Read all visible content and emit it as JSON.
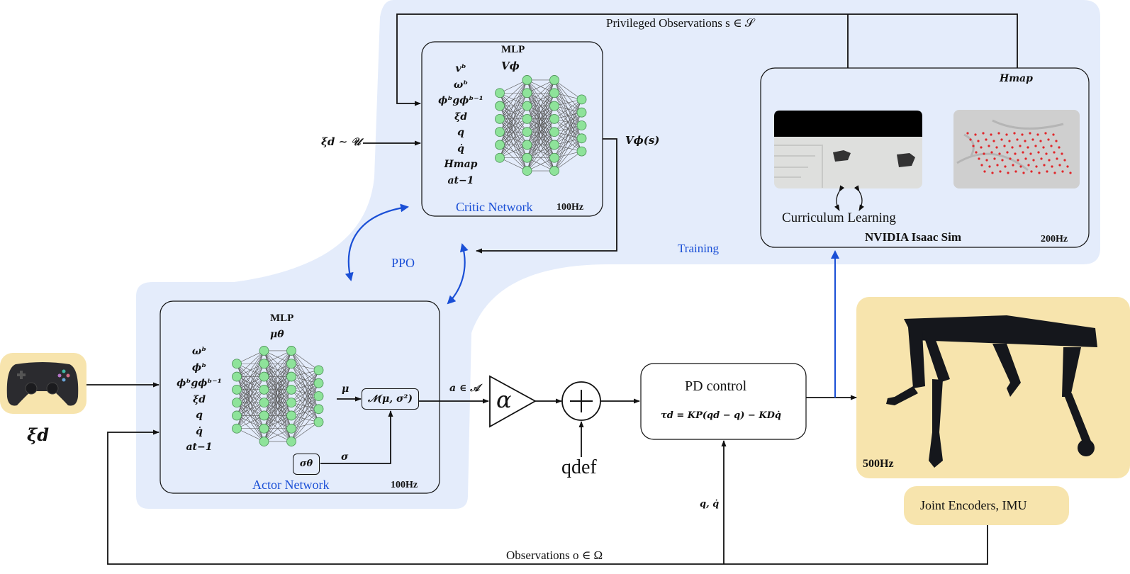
{
  "colors": {
    "training_region": "#e4ecfb",
    "hardware_highlight": "#f7e4ad",
    "accent_blue": "#1a4fd6",
    "nn_node": "#8ee39a",
    "line": "#111111",
    "sim_red_dots": "#e0262a"
  },
  "labels": {
    "privileged_observations": "Privileged Observations s ∈ 𝒮",
    "observations": "Observations o ∈ Ω",
    "training": "Training",
    "ppo": "PPO",
    "xi_d_uniform": "ξd ∼ 𝒰",
    "value_output": "Vϕ(s)",
    "action": "a ∈ 𝒜",
    "q_qdot_feedback": "q, q̇",
    "command": "ξd"
  },
  "critic": {
    "title": "Critic Network",
    "rate": "100Hz",
    "mlp_label": "MLP",
    "mlp_symbol": "Vϕ",
    "inputs": [
      "vᵇ",
      "ωᵇ",
      "ϕᵇgϕᵇ⁻¹",
      "ξd",
      "q",
      "q̇",
      "Hmap",
      "at−1"
    ],
    "layers": [
      6,
      8,
      8,
      5
    ]
  },
  "actor": {
    "title": "Actor Network",
    "rate": "100Hz",
    "mlp_label": "MLP",
    "mlp_symbol": "μθ",
    "inputs": [
      "ωᵇ",
      "ϕᵇ",
      "ϕᵇgϕᵇ⁻¹",
      "ξd",
      "q",
      "q̇",
      "at−1"
    ],
    "layers": [
      6,
      8,
      8,
      5
    ],
    "mu_label": "μ",
    "sigma_label": "σ",
    "sigma_box": "σθ",
    "distribution_box": "𝒩(μ, σ²)"
  },
  "gain": {
    "symbol": "α"
  },
  "summer": {
    "symbol": "+",
    "offset_label": "qdef"
  },
  "pd_control": {
    "title": "PD control",
    "equation": "τd = KP(qd − q) − KDq̇"
  },
  "simulator": {
    "title": "NVIDIA Isaac Sim",
    "rate": "200Hz",
    "heightmap_label": "Hmap",
    "curriculum_label": "Curriculum Learning"
  },
  "robot": {
    "rate": "500Hz",
    "sensors_label": "Joint Encoders, IMU"
  },
  "icons": {
    "gamepad": "gamepad-icon",
    "robot": "quadruped-robot-image"
  }
}
